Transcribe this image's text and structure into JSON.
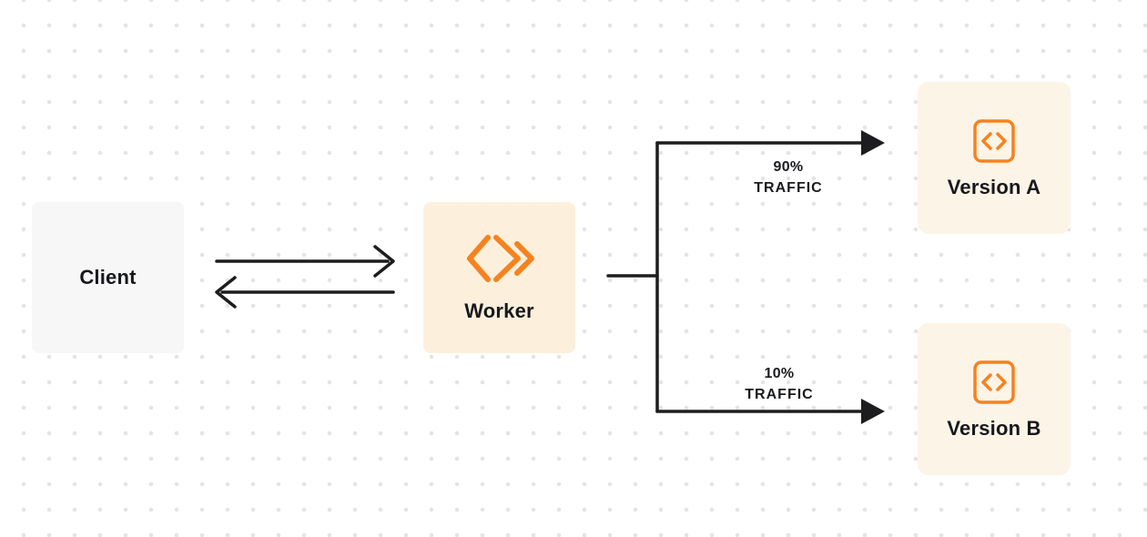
{
  "diagram": {
    "nodes": {
      "client": {
        "label": "Client"
      },
      "worker": {
        "label": "Worker"
      },
      "version_a": {
        "label": "Version A"
      },
      "version_b": {
        "label": "Version B"
      }
    },
    "edges": {
      "client_worker": {
        "description": "bidirectional-arrows"
      },
      "split_top": {
        "percent": "90%",
        "caption": "TRAFFIC",
        "target": "Version A"
      },
      "split_bottom": {
        "percent": "10%",
        "caption": "TRAFFIC",
        "target": "Version B"
      }
    },
    "colors": {
      "accent_orange": "#F6821F",
      "client_box_bg": "#F7F7F8",
      "worker_box_bg": "#FCF0DC",
      "version_box_bg": "#FCF4E6",
      "line_dark": "#1D1D1F",
      "dot_grid": "#E4E4E4"
    }
  }
}
